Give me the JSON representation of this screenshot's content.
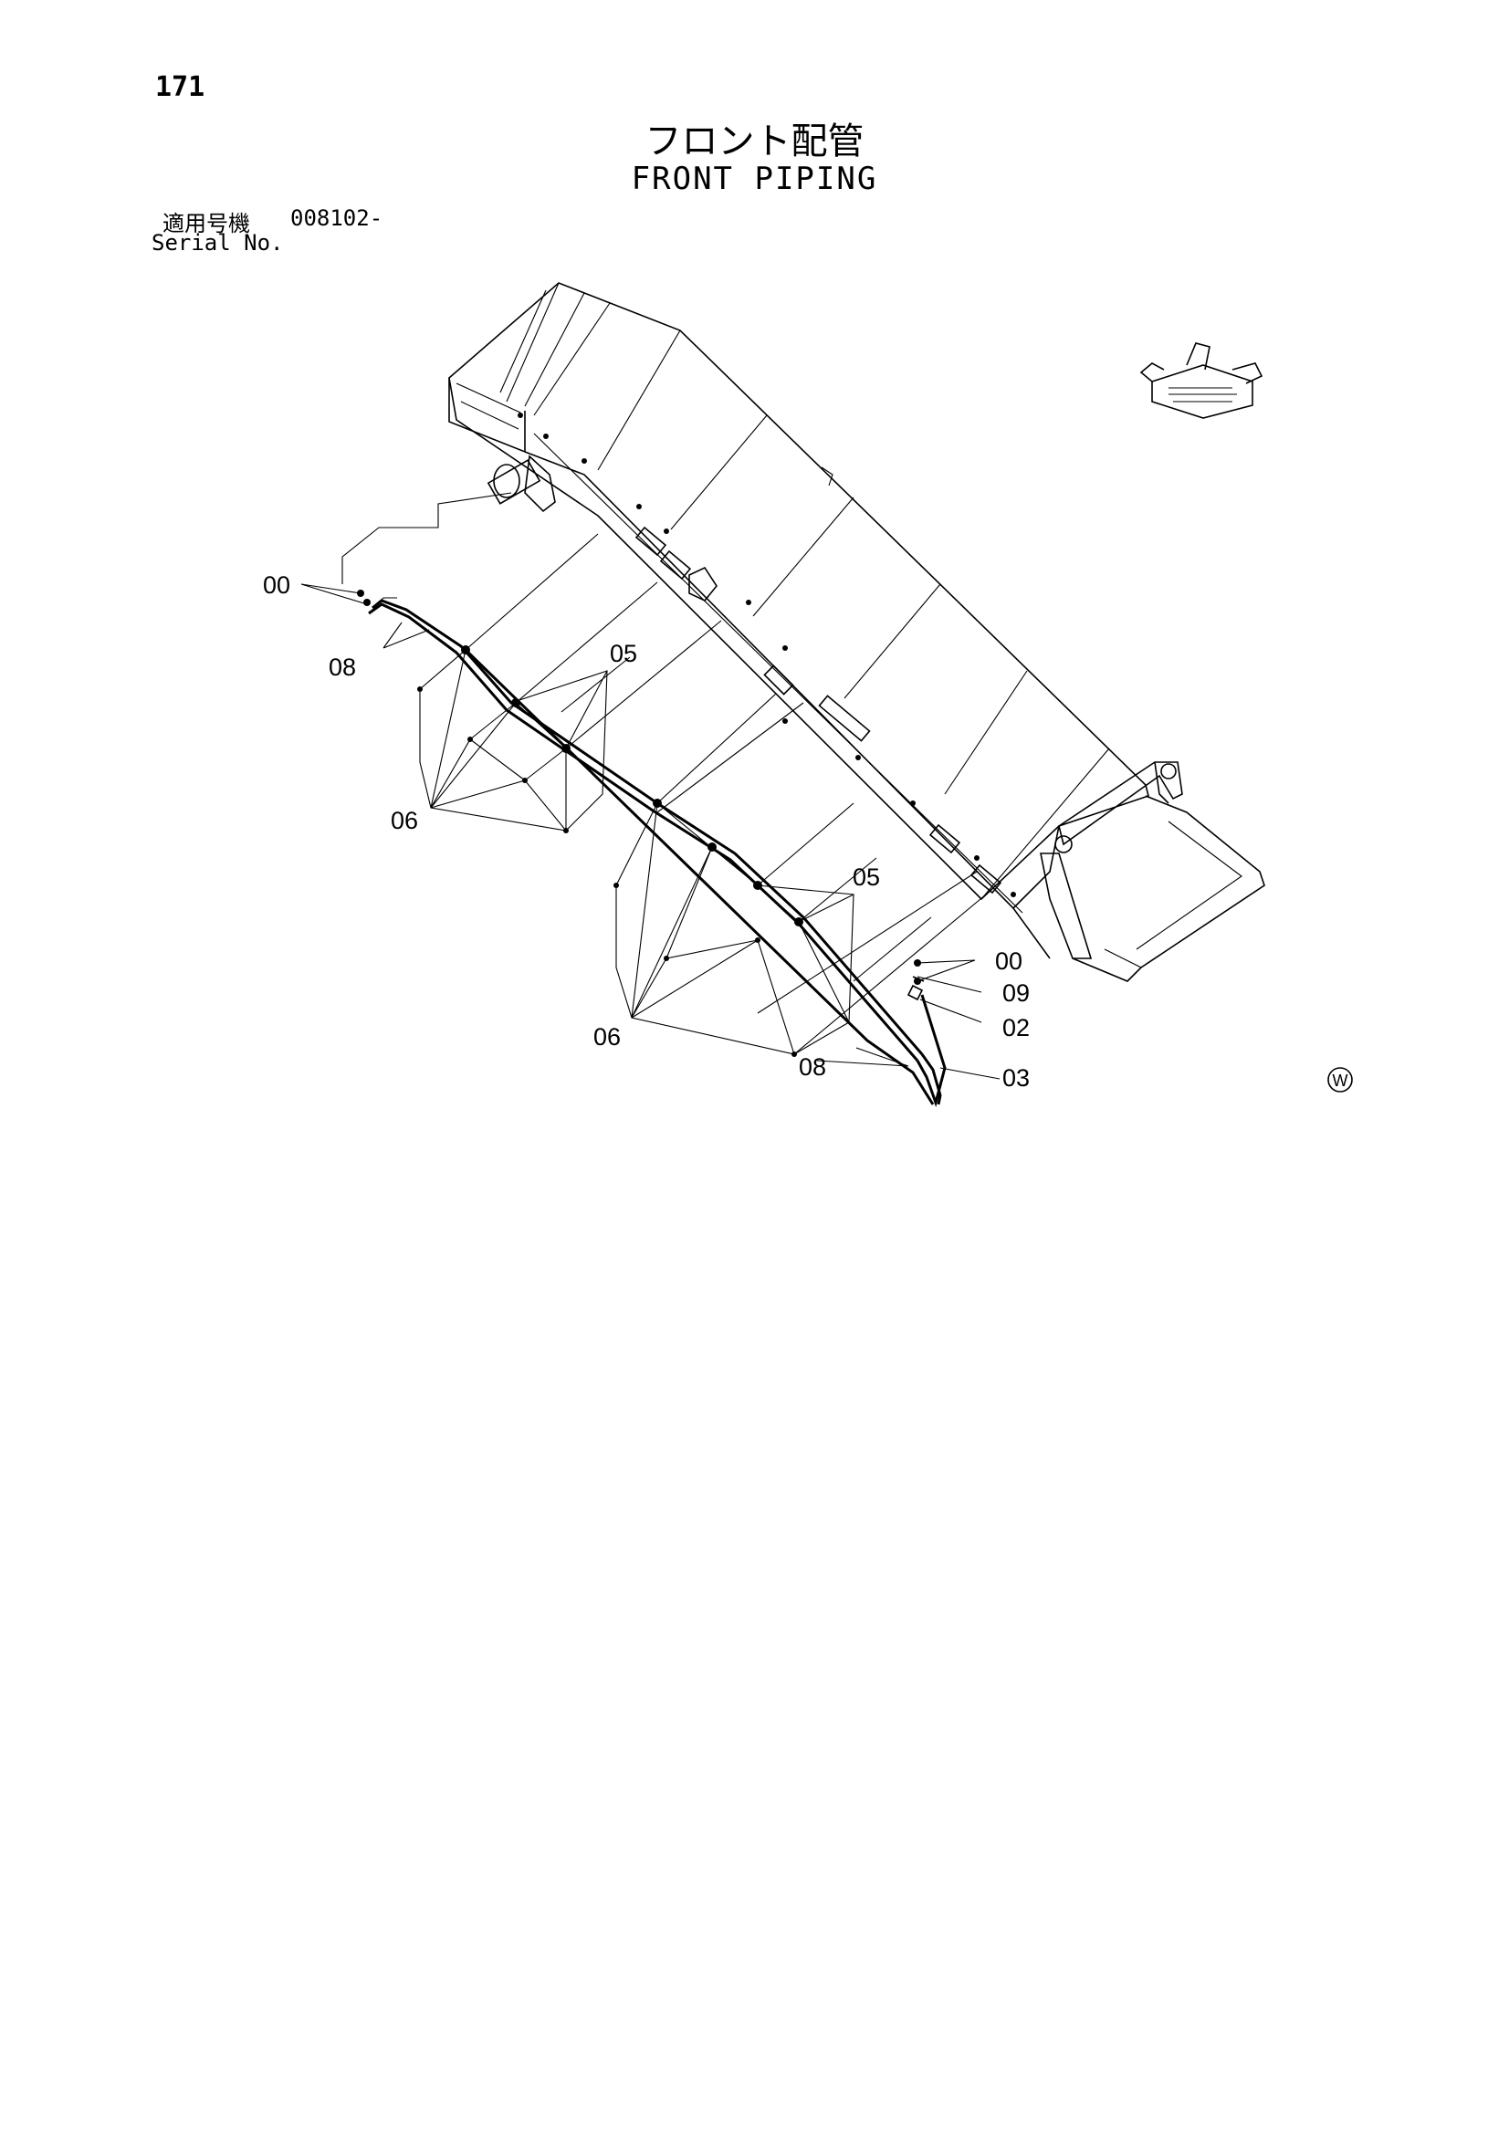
{
  "page": {
    "number": "171",
    "title_jp": "フロント配管",
    "title_en": "FRONT PIPING"
  },
  "serial": {
    "label_jp": "適用号機",
    "value": "008102-",
    "label_en": "Serial No."
  },
  "callouts": [
    "00",
    "08",
    "05",
    "06",
    "05",
    "06",
    "00",
    "09",
    "02",
    "08",
    "03"
  ],
  "mark": "W"
}
